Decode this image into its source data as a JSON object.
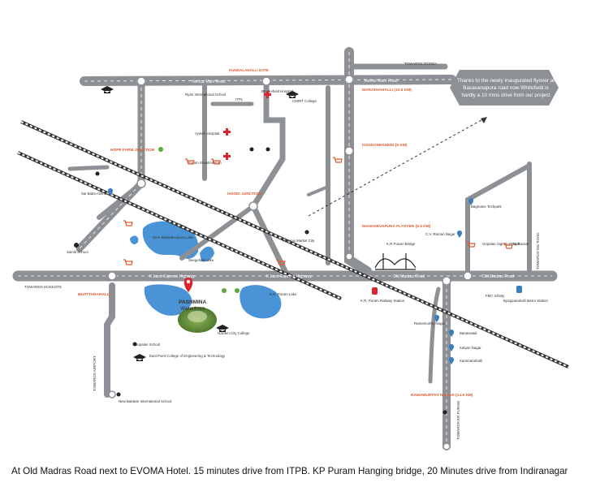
{
  "caption": "At Old Madras Road next to EVOMA Hotel. 15 minutes drive from ITPB. KP Puram Hanging bridge, 20 Minutes drive from Indiranagar",
  "callout": "Thanks to the newly inaugurated flyover at Basavanapura road now Whitefield is hardly a 10 mins drive from our project",
  "project": {
    "name": "PASHMINA",
    "sub": "Waterfront"
  },
  "colors": {
    "road": "#8d9095",
    "water": "#4a93d6",
    "accent": "#e05a2b",
    "red": "#d9262c",
    "blue": "#3a7ebf",
    "green": "#5aaa3c"
  },
  "roads": {
    "varthur_main": "Varthur Main Road",
    "kundalahalli_gate": "KUNDALAHALLI GATE",
    "towards_dodda": "TOWARDS DODDA",
    "k_lane_1": "K Lane Express Highway",
    "k_lane_2": "K Lane Express Highway",
    "old_madras": "Old Madras Road",
    "old_madras_2": "Old Madras Road",
    "towards_hoskote": "TOWARDS HOSKOTE",
    "towards_airport": "TOWARDS AIRPORT",
    "towards_mg": "TOWARDS MG ROAD",
    "towards_kr": "TOWARDS KR PURAM"
  },
  "places": {
    "marathahalli": "MARATHAHALLI (10.5 KM)",
    "doddanekundi": "DODDANEKUNDI (6 KM)",
    "mahadevapura": "MAHADEVAPURA FLYOVER (9.5 KM)",
    "hoodi": "HOODI JUNCTION",
    "hope_farm": "HOPE FARM JUNCTION",
    "bhattarahalli": "BHATTARAHALLI",
    "ramamurthy": "RAMAMURTHY NAGAR (14.6 KM)",
    "kr_puram_bridge": "K.R Puram Bridge",
    "kr_puram_station": "K.R. Puram Railway Station",
    "bagmane": "Bagmane Techpark",
    "cv_raman": "C.V. Raman Nagar",
    "gopalan": "Gopalan Signature Mall",
    "big_bazaar": "Big Bazaar",
    "ramamurthy_nagar": "Ramamurthy Nagar",
    "banaswadi": "Banaswadi",
    "kalyan_nagar": "Kalyan Nagar",
    "kammanahalli": "Kammanahalli",
    "byappanahalli": "Byappanahalli Metro Station",
    "fmc": "FMC Infinity",
    "whitefield_lake": "Kere Mahadevapura Lake",
    "seegehalli": "Seegehalli Lake",
    "kpc": "K.R. Puram Lake",
    "forum": "Forum Shantiniketan",
    "vydehi": "Vydehi Hospital",
    "brookefield": "Brookefield Hospital",
    "cmrit": "CMRIT College",
    "itpl": "ITPL",
    "phoenix": "Phoenix Market City",
    "sai_baba": "Sai Baba Ashram",
    "garden_city": "Garden City College",
    "east_point": "East Point College of Engineering & Technology",
    "new_baldwin": "New Baldwin International School",
    "ryan": "Ryan International School",
    "gopalan_school": "Gopalan School",
    "sainik": "Sainik School"
  }
}
